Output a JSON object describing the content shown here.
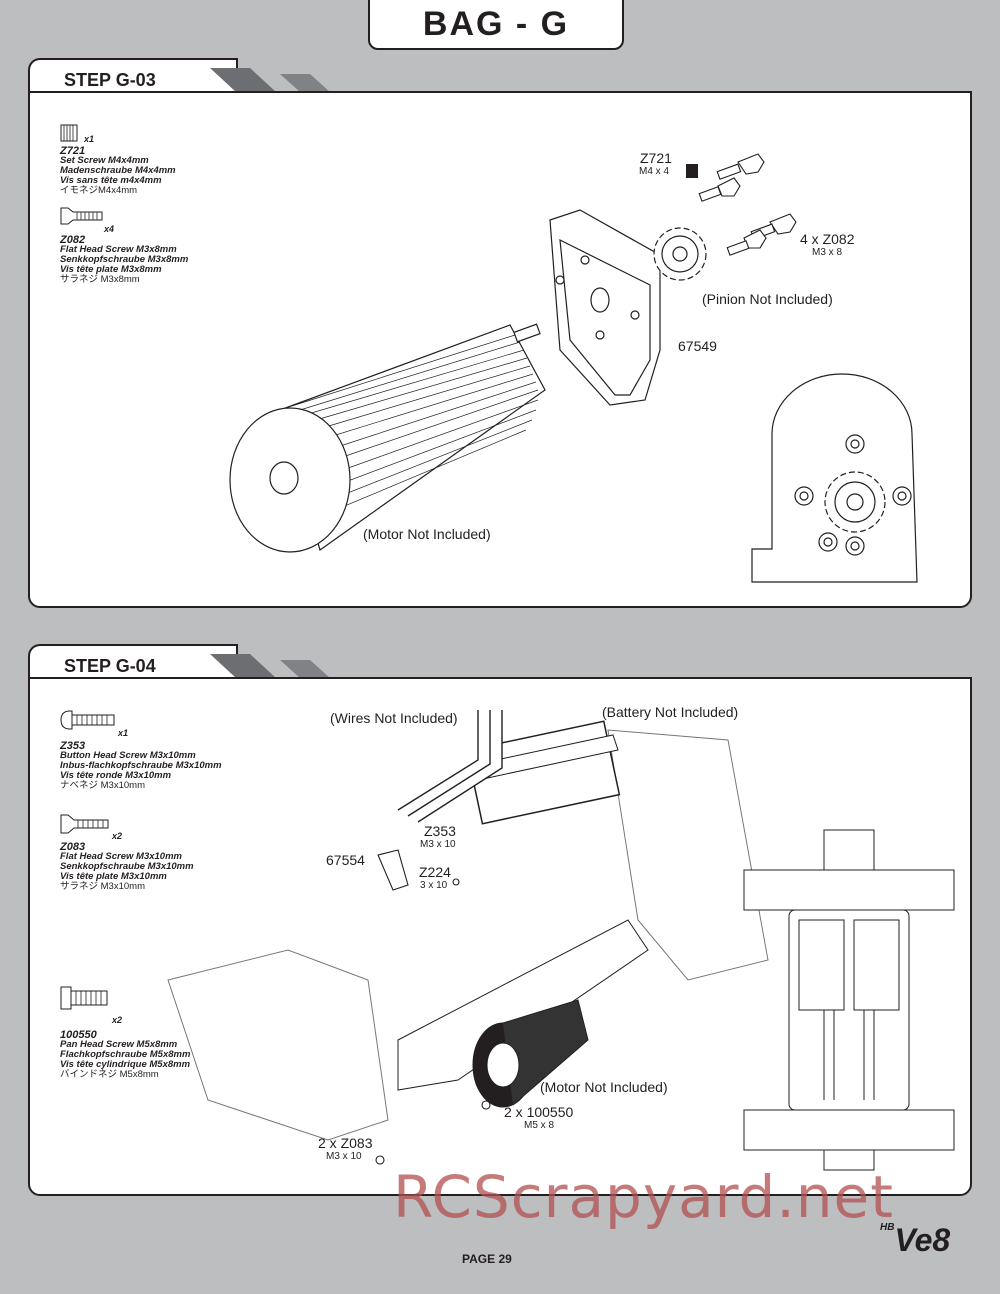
{
  "bag_title": "BAG - G",
  "step1": {
    "title": "STEP G-03",
    "parts": [
      {
        "code": "Z721",
        "qty": "x1",
        "en": "Set Screw M4x4mm",
        "de": "Madenschraube M4x4mm",
        "fr": "Vis sans tête m4x4mm",
        "jp": "イモネジM4x4mm"
      },
      {
        "code": "Z082",
        "qty": "x4",
        "en": "Flat Head Screw M3x8mm",
        "de": "Senkkopfschraube M3x8mm",
        "fr": "Vis tête plate M3x8mm",
        "jp": "サラネジ M3x8mm"
      }
    ],
    "callouts": {
      "z721_code": "Z721",
      "z721_size": "M4 x 4",
      "z082_code": "4 x Z082",
      "z082_size": "M3 x 8",
      "pinion": "(Pinion Not Included)",
      "mount": "67549",
      "motor": "(Motor Not Included)"
    }
  },
  "step2": {
    "title": "STEP G-04",
    "parts": [
      {
        "code": "Z353",
        "qty": "x1",
        "en": "Button Head Screw M3x10mm",
        "de": "Inbus-flachkopfschraube M3x10mm",
        "fr": "Vis tête ronde M3x10mm",
        "jp": "ナベネジ M3x10mm"
      },
      {
        "code": "Z083",
        "qty": "x2",
        "en": "Flat Head Screw M3x10mm",
        "de": "Senkkopfschraube M3x10mm",
        "fr": "Vis tête plate M3x10mm",
        "jp": "サラネジ M3x10mm"
      },
      {
        "code": "100550",
        "qty": "x2",
        "en": "Pan Head Screw M5x8mm",
        "de": "Flachkopfschraube M5x8mm",
        "fr": "Vis tête cylindrique M5x8mm",
        "jp": "バインドネジ M5x8mm"
      }
    ],
    "callouts": {
      "wires": "(Wires Not Included)",
      "battery": "(Battery Not Included)",
      "z353_code": "Z353",
      "z353_size": "M3 x 10",
      "bracket": "67554",
      "z224_code": "Z224",
      "z224_size": "3 x 10",
      "motor": "(Motor Not Included)",
      "p100550_code": "2 x 100550",
      "p100550_size": "M5 x 8",
      "z083_code": "2 x Z083",
      "z083_size": "M3 x 10"
    }
  },
  "watermark": "RCScrapyard.net",
  "page_number": "PAGE 29",
  "logo": {
    "prefix": "HB",
    "main": "Ve8"
  }
}
